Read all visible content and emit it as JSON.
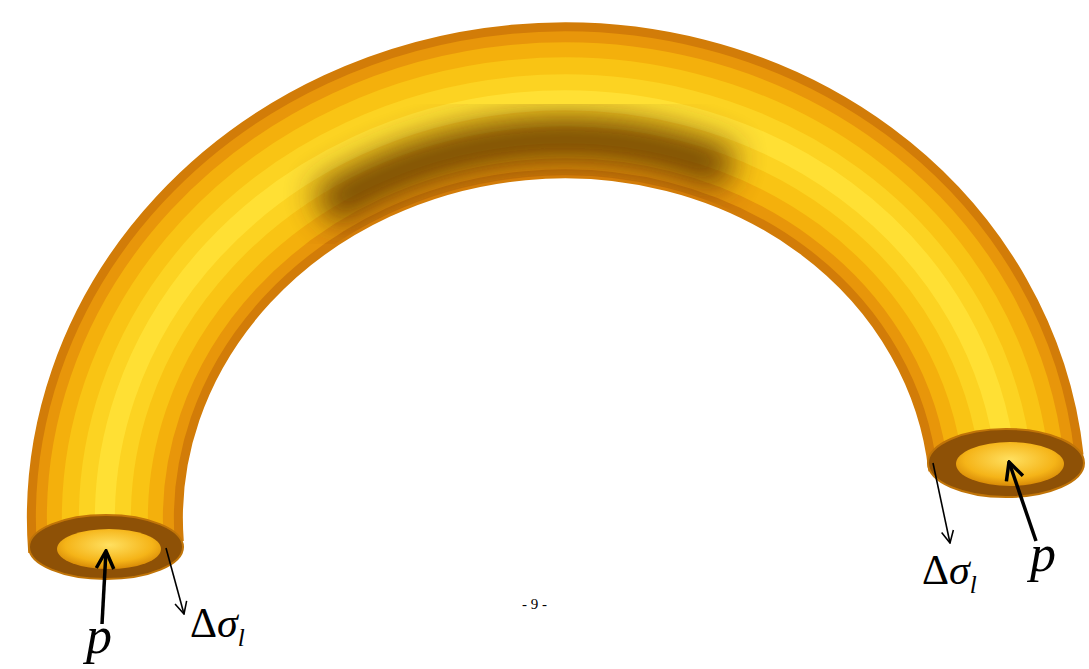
{
  "diagram": {
    "labels": [
      "p",
      "Δσl",
      "- 9 -",
      "Δσl",
      "p"
    ]
  }
}
